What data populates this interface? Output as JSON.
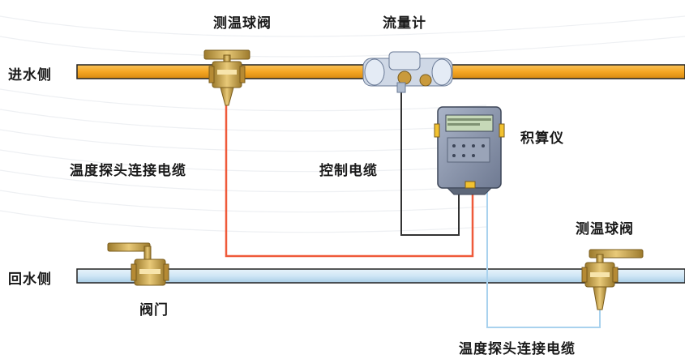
{
  "labels": {
    "inlet_side": "进水侧",
    "return_side": "回水侧",
    "temp_ball_valve_top": "测温球阀",
    "flow_meter": "流量计",
    "calculator": "积算仪",
    "control_cable": "控制电缆",
    "probe_cable_left": "温度探头连接电缆",
    "temp_ball_valve_bottom": "测温球阀",
    "gate_valve": "阀门",
    "probe_cable_bottom": "温度探头连接电缆"
  },
  "colors": {
    "inlet_pipe": "#f5a623",
    "return_pipe": "#cfe6f5",
    "valve_brass": "#c9a24a",
    "red_cable": "#ef5a3a",
    "black_cable": "#333333",
    "blue_cable": "#a9d2ee",
    "calculator_body": "#8c97ad"
  }
}
